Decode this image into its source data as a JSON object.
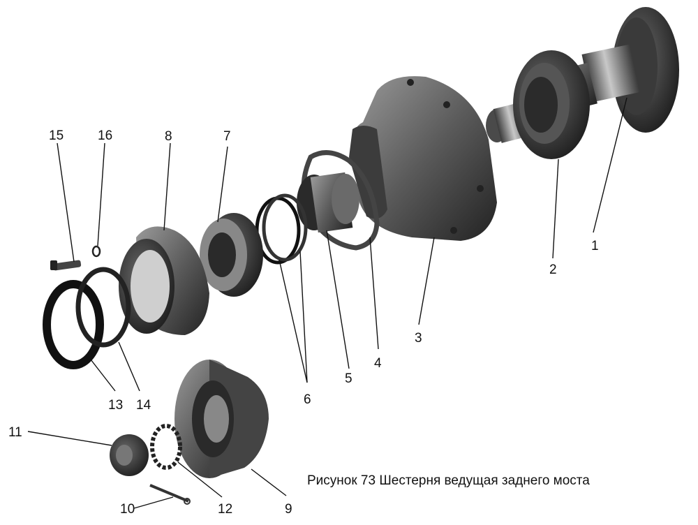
{
  "caption": "Рисунок 73  Шестерня ведущая заднего моста",
  "callouts": [
    "1",
    "2",
    "3",
    "4",
    "5",
    "6",
    "7",
    "8",
    "9",
    "10",
    "11",
    "12",
    "13",
    "14",
    "15",
    "16"
  ]
}
